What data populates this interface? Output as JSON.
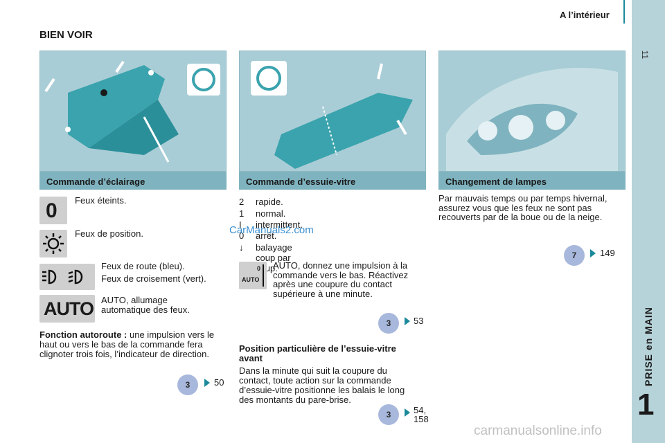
{
  "header": {
    "title": "A l’intérieur"
  },
  "sidebar": {
    "page_number": "11",
    "section": "PRISE en MAIN",
    "chapter": "1"
  },
  "page_heading": "BIEN VOIR",
  "watermark": "CarManuals2.com",
  "footer_watermark": "carmanualsonline.info",
  "lighting": {
    "caption": "Commande d’éclairage",
    "items": [
      {
        "icon": "lamp-off-icon",
        "label": "Feux éteints."
      },
      {
        "icon": "position-lights-icon",
        "label": "Feux de position."
      },
      {
        "icon": "beam-lights-icon",
        "label_high": "Feux de route (bleu).",
        "label_low": "Feux de croisement (vert)."
      },
      {
        "icon": "auto-lights-icon",
        "label": "AUTO, allumage automatique des feux."
      }
    ],
    "icon_texts": {
      "auto": "AUTO",
      "zero": "0"
    },
    "autoroute_title": "Fonction autoroute :",
    "autoroute_text": "une impulsion vers le haut ou vers le bas de la commande fera clignoter trois fois, l’indicateur de direction.",
    "ref_badge": "3",
    "ref_page": "50"
  },
  "wiper": {
    "caption": "Commande d’essuie-vitre",
    "speeds": [
      {
        "key": "2",
        "label": "rapide."
      },
      {
        "key": "1",
        "label": "normal."
      },
      {
        "key": "I",
        "label": "intermittent."
      },
      {
        "key": "0",
        "label": "arrêt."
      },
      {
        "key": "↓",
        "label": "balayage coup par coup."
      }
    ],
    "auto_icon_labels": {
      "zero": "0",
      "auto": "AUTO"
    },
    "auto_text": "AUTO, donnez une impulsion à la commande vers le bas. Réactivez après une coupure du contact supérieure à une minute.",
    "ref1_badge": "3",
    "ref1_page": "53",
    "special_title": "Position particulière de l’essuie-vitre avant",
    "special_text": "Dans la minute qui suit la coupure du contact, toute action sur la commande d’essuie-vitre positionne les balais le long des montants du pare-brise.",
    "ref2_badge": "3",
    "ref2_page_line1": "54,",
    "ref2_page_line2": "158"
  },
  "lamps": {
    "caption": "Changement de lampes",
    "text": "Par mauvais temps ou par temps hivernal, assurez vous que les feux ne sont pas recouverts par de la boue ou de la neige.",
    "ref_badge": "7",
    "ref_page": "149"
  },
  "colors": {
    "accent": "#1a8a9a",
    "panel": "#a9cdd6",
    "caption": "#7fb3bf",
    "badge": "#a8b8dc",
    "sidebar": "#b7d3da"
  }
}
